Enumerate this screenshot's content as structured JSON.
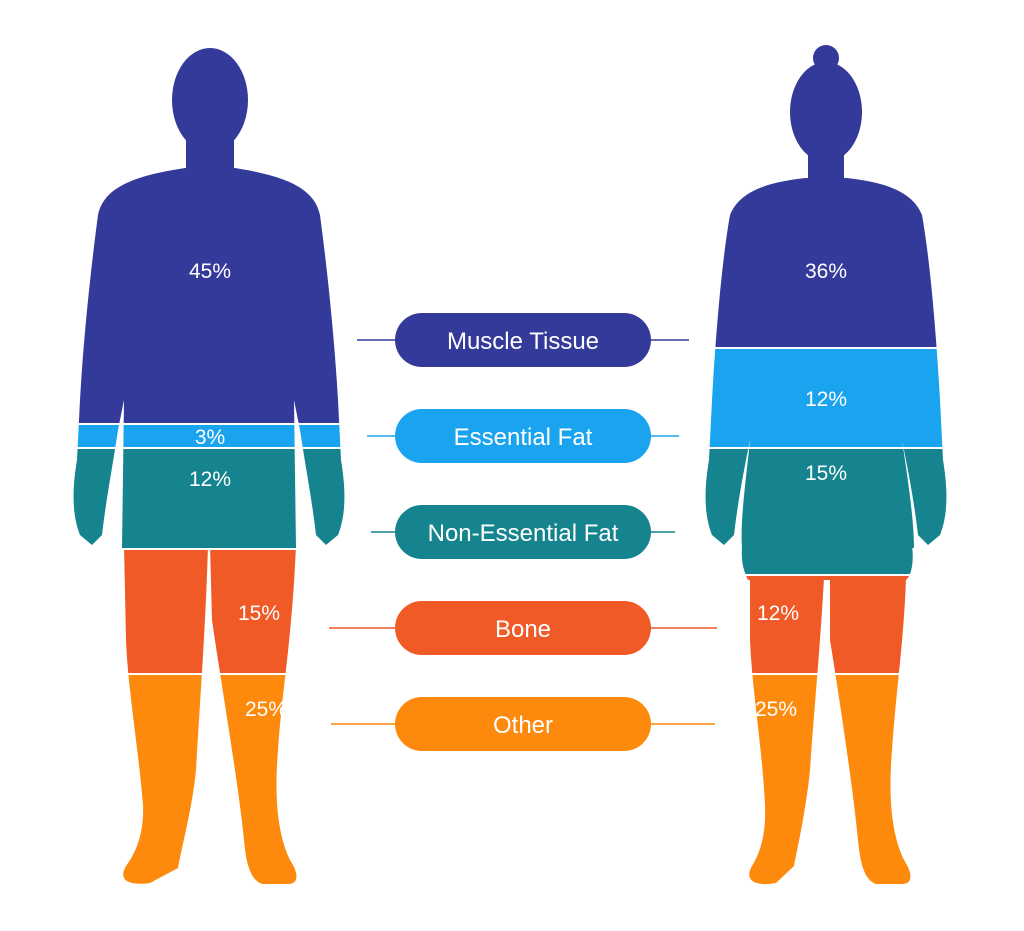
{
  "colors": {
    "muscle": "#343a9a",
    "essential_fat": "#1aa3ee",
    "non_essential_fat": "#16848e",
    "bone": "#ef5a26",
    "other": "#fd8a0d"
  },
  "legend": [
    {
      "key": "muscle",
      "label": "Muscle Tissue"
    },
    {
      "key": "essential_fat",
      "label": "Essential Fat"
    },
    {
      "key": "non_essential_fat",
      "label": "Non-Essential Fat"
    },
    {
      "key": "bone",
      "label": "Bone"
    },
    {
      "key": "other",
      "label": "Other"
    }
  ],
  "male": {
    "muscle": "45%",
    "essential_fat": "3%",
    "non_essential_fat": "12%",
    "bone": "15%",
    "other": "25%"
  },
  "female": {
    "muscle": "36%",
    "essential_fat": "12%",
    "non_essential_fat": "15%",
    "bone": "12%",
    "other": "25%"
  }
}
